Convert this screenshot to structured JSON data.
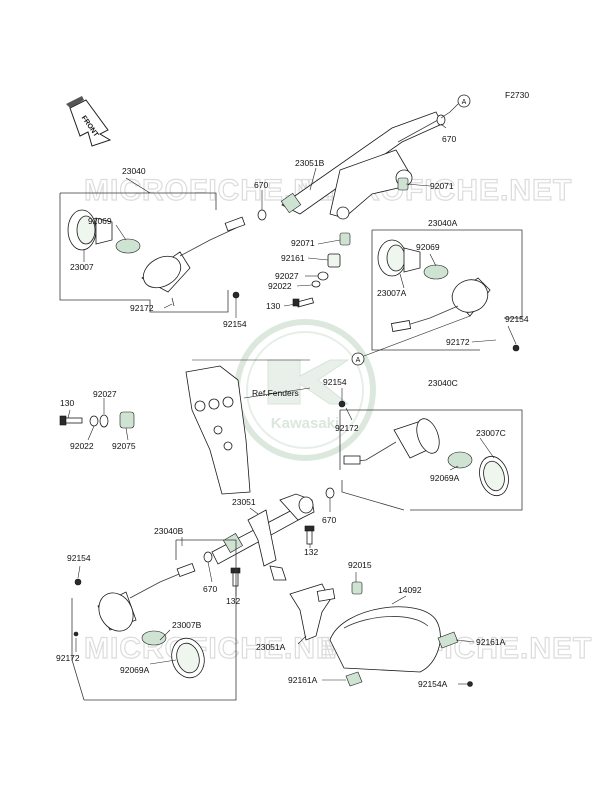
{
  "figure_code": "F2730",
  "front_label": "FRONT",
  "watermark": {
    "text": "MICROFICHE.NET",
    "brand": "Kawasaki"
  },
  "ref_note": "Ref.Fenders",
  "connector_marker": "A",
  "labels": {
    "p670_top": "670",
    "p23040": "23040",
    "p23051B": "23051B",
    "p670_mid": "670",
    "p92071_right": "92071",
    "p92069_left": "92069",
    "p23007": "23007",
    "p92071_left": "92071",
    "p92161": "92161",
    "p92027_top": "92027",
    "p92022_top": "92022",
    "p130_top": "130",
    "p92172_left": "92172",
    "p92154_left": "92154",
    "p23040A": "23040A",
    "p92069_right": "92069",
    "p23007A": "23007A",
    "p92154_right": "92154",
    "p92172_right": "92172",
    "p130_mid": "130",
    "p92027_mid": "92027",
    "p92022_mid": "92022",
    "p92075": "92075",
    "p92154_center": "92154",
    "p92172_center": "92172",
    "p23040C": "23040C",
    "p23007C": "23007C",
    "p92069A_right": "92069A",
    "p23051": "23051",
    "p670_center": "670",
    "p23040B": "23040B",
    "p92154_bl": "92154",
    "p132_a": "132",
    "p92015": "92015",
    "p14092": "14092",
    "p670_low": "670",
    "p132_b": "132",
    "p23007B": "23007B",
    "p92172_bl": "92172",
    "p92069A_bl": "92069A",
    "p23051A": "23051A",
    "p92161A_right": "92161A",
    "p92161A_bottom": "92161A",
    "p92154A": "92154A"
  }
}
